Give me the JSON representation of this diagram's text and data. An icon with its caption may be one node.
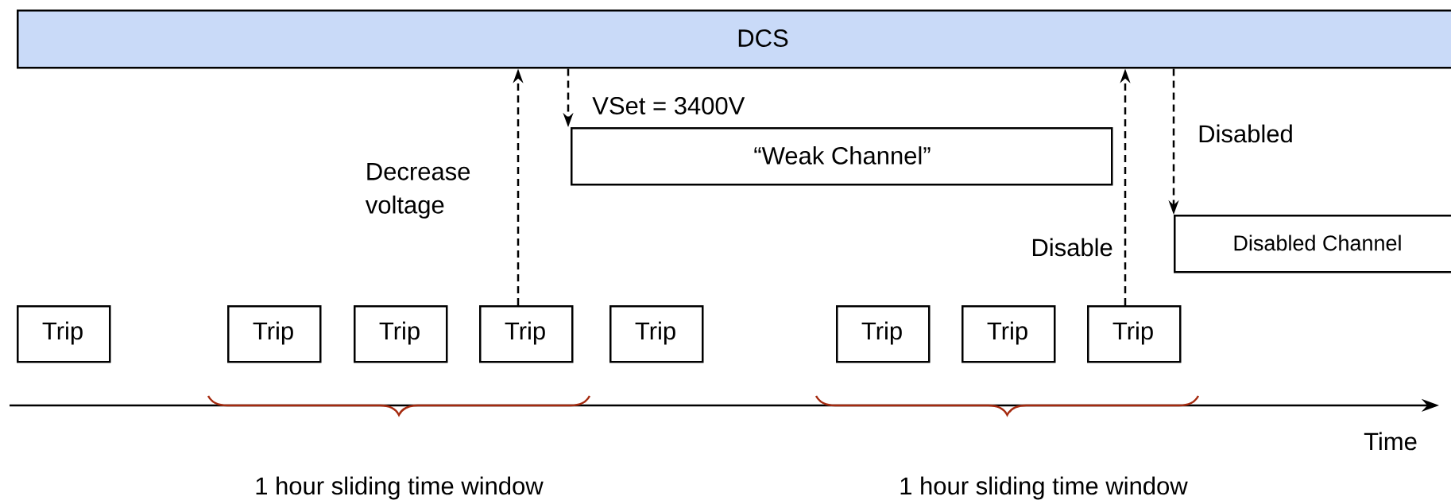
{
  "diagram": {
    "nodes": [
      {
        "text": [
          "DCS"
        ]
      },
      {
        "text": [
          "“Weak Channel”"
        ]
      },
      {
        "text": [
          "Disabled Channel"
        ]
      },
      {
        "text": [
          "Trip"
        ]
      },
      {
        "text": [
          "Trip"
        ]
      },
      {
        "text": [
          "Trip"
        ]
      },
      {
        "text": [
          "Trip"
        ]
      },
      {
        "text": [
          "Trip"
        ]
      },
      {
        "text": [
          "Trip"
        ]
      },
      {
        "text": [
          "Trip"
        ]
      },
      {
        "text": [
          "Trip"
        ]
      }
    ],
    "edges": [
      {
        "from": 6,
        "to": 0,
        "arrow": "to",
        "style": "dashed",
        "label": "Decrease voltage"
      },
      {
        "from": 0,
        "to": 1,
        "arrow": "to",
        "style": "dashed",
        "label": "VSet = 3400V"
      },
      {
        "from": 10,
        "to": 0,
        "arrow": "to",
        "style": "dashed",
        "label": "Disable"
      },
      {
        "from": 0,
        "to": 2,
        "arrow": "to",
        "style": "dashed",
        "label": "Disabled"
      }
    ],
    "labels": [
      "Time",
      "1 hour sliding time window",
      "1 hour sliding time window"
    ]
  }
}
